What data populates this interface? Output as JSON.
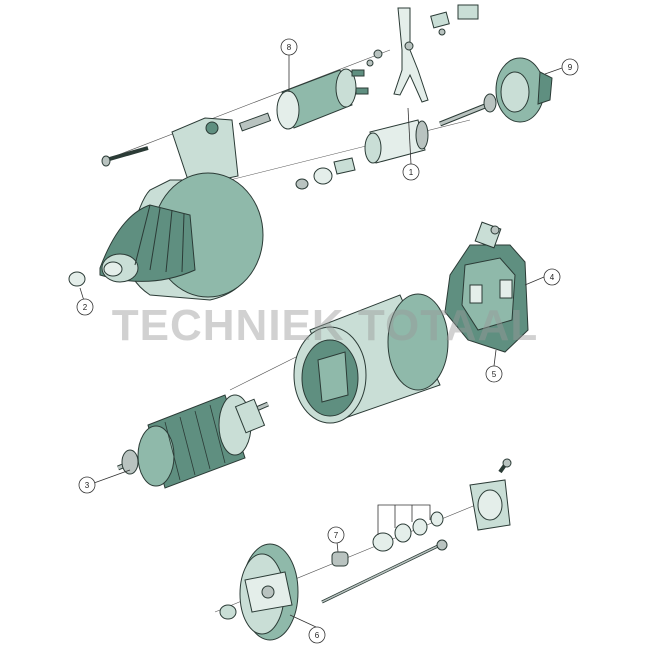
{
  "watermark": "TECHNIEK TOTAAL",
  "callouts": [
    "1",
    "2",
    "3",
    "4",
    "5",
    "6",
    "7",
    "8",
    "9"
  ],
  "colors": {
    "part_dark": "#5f8f80",
    "part_mid": "#8fb9aa",
    "part_light": "#c9ded6",
    "outline": "#2b3b36",
    "watermark": "#9a9a9a"
  }
}
